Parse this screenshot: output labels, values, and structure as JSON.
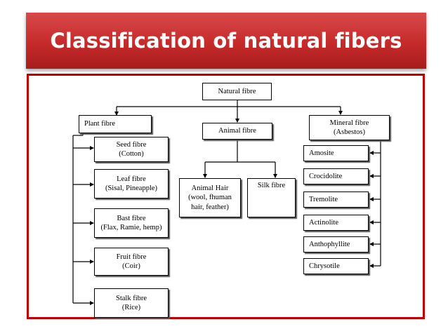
{
  "slide": {
    "title": "Classification of natural fibers"
  },
  "diagram": {
    "root": "Natural fibre",
    "plant": {
      "label": "Plant fibre",
      "children": [
        {
          "name": "Seed fibre",
          "detail": "(Cotton)"
        },
        {
          "name": "Leaf fibre",
          "detail": "(Sisal, Pineapple)"
        },
        {
          "name": "Bast fibre",
          "detail": "(Flax, Ramie, hemp)"
        },
        {
          "name": "Fruit fibre",
          "detail": "(Coir)"
        },
        {
          "name": "Stalk fibre",
          "detail": "(Rice)"
        }
      ]
    },
    "animal": {
      "label": "Animal fibre",
      "hair": {
        "line1": "Animal Hair",
        "line2": "(wool, fhuman",
        "line3": "hair, feather)"
      },
      "silk": "Silk fibre"
    },
    "mineral": {
      "label": "Mineral fibre",
      "detail": "(Asbestos)",
      "children": [
        "Amosite",
        "Crocidolite",
        "Tremolite",
        "Actinolite",
        "Anthophyllite",
        "Chrysotile"
      ]
    }
  },
  "colors": {
    "title_bar": "#c62a2a",
    "frame_border": "#c00000",
    "title_text": "#ffffff"
  }
}
